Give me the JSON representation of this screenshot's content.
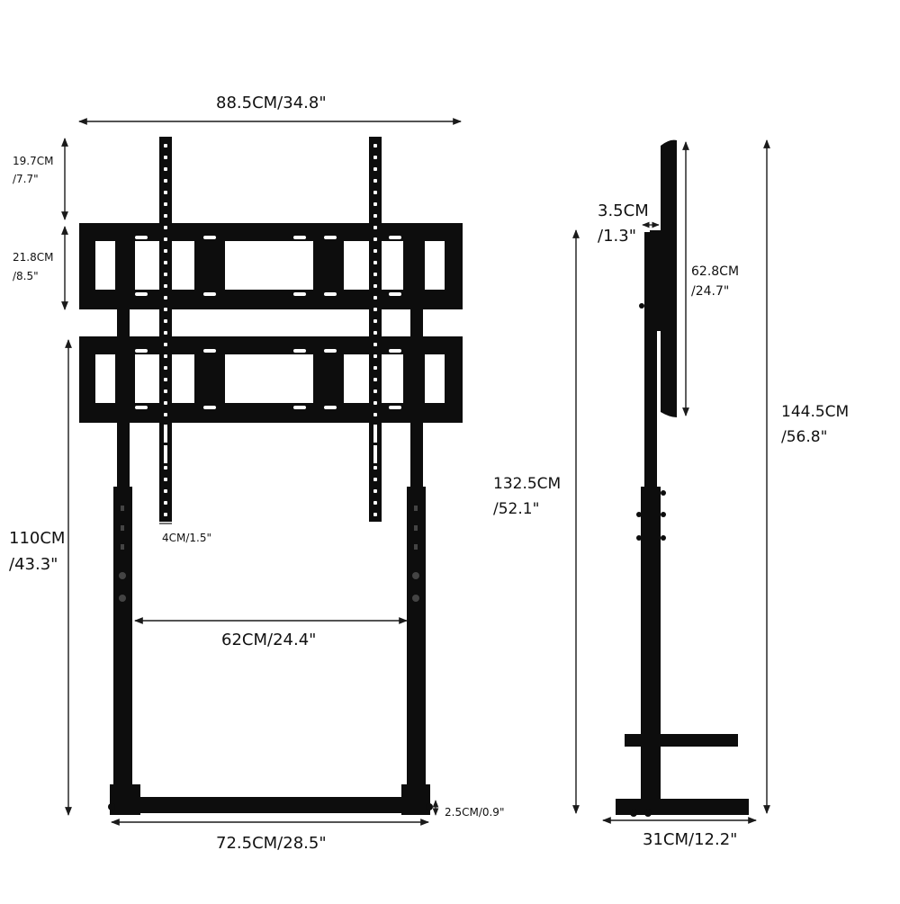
{
  "diagram": {
    "colors": {
      "stand": "#0d0d0d",
      "dimension_line": "#1a1a1a",
      "hole": "#ffffff"
    },
    "front_view": {
      "overall_width": "88.5CM/34.8\"",
      "top_height_cm": "19.7CM",
      "top_height_in": "/7.7\"",
      "bracket_height_cm": "21.8CM",
      "bracket_height_in": "/8.5\"",
      "base_height_cm": "110CM",
      "base_height_in": "/43.3\"",
      "rail_width": "4CM/1.5\"",
      "pole_spacing": "62CM/24.4\"",
      "base_width": "72.5CM/28.5\"",
      "base_thickness": "2.5CM/0.9\""
    },
    "side_view": {
      "offset_cm": "3.5CM",
      "offset_in": "/1.3\"",
      "screen_height_cm": "62.8CM",
      "screen_height_in": "/24.7\"",
      "pole_height_cm": "132.5CM",
      "pole_height_in": "/52.1\"",
      "total_height_cm": "144.5CM",
      "total_height_in": "/56.8\"",
      "base_depth": "31CM/12.2\""
    }
  }
}
